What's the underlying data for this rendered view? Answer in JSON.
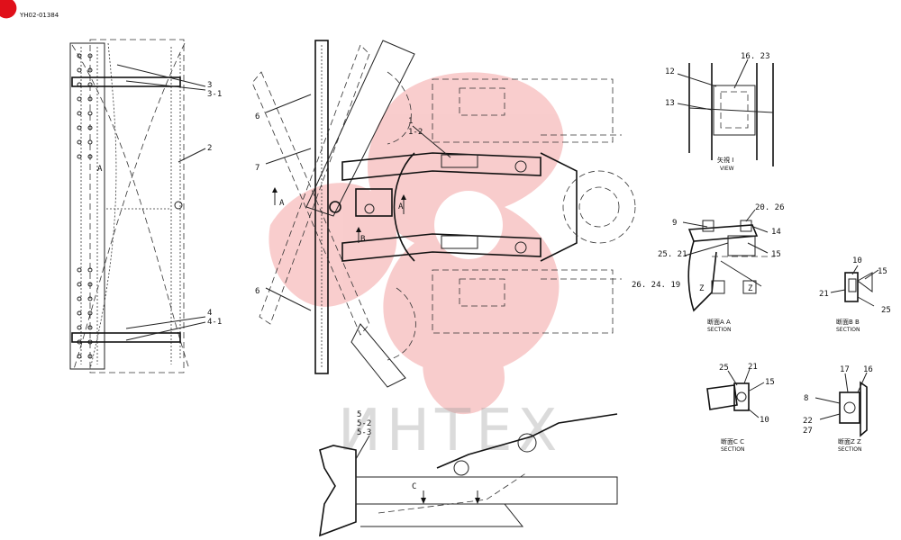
{
  "doc_id": "YH02-01384",
  "watermark_text": "ИНТЕХ",
  "colors": {
    "accent": "#e0101a",
    "watermark": "#e84b4b",
    "line": "#222222"
  },
  "callouts": {
    "c3": "3",
    "c3_1": "3-1",
    "c2": "2",
    "c4": "4",
    "c4_1": "4-1",
    "c6a": "6",
    "c6b": "6",
    "c7": "7",
    "c1": "1",
    "c1_2": "1-2",
    "cA1": "A",
    "cA2": "A",
    "cA3": "A",
    "cB": "B",
    "cC": "C",
    "c5": "5",
    "c5_2": "5-2",
    "c5_3": "5-3",
    "v12": "12",
    "v16_23": "16. 23",
    "v13": "13",
    "aa20_26": "20. 26",
    "aa9": "9",
    "aa14": "14",
    "aa25_21": "25. 21",
    "aa15": "15",
    "aa26_24_19": "26. 24. 19",
    "aaZ1": "Z",
    "aaZ2": "Z",
    "bb10": "10",
    "bb15": "15",
    "bb21": "21",
    "bb25": "25",
    "cc25": "25",
    "cc21": "21",
    "cc15": "15",
    "cc10": "10",
    "zz17": "17",
    "zz16": "16",
    "zz8": "8",
    "zz22": "22",
    "zz27": "27"
  },
  "captions": {
    "view_jp": "矢視 I",
    "view_en": "VIEW",
    "aa_jp": "断面A A",
    "aa_en": "SECTION",
    "bb_jp": "断面B B",
    "bb_en": "SECTION",
    "cc_jp": "断面C C",
    "cc_en": "SECTION",
    "zz_jp": "断面Z Z",
    "zz_en": "SECTION"
  }
}
